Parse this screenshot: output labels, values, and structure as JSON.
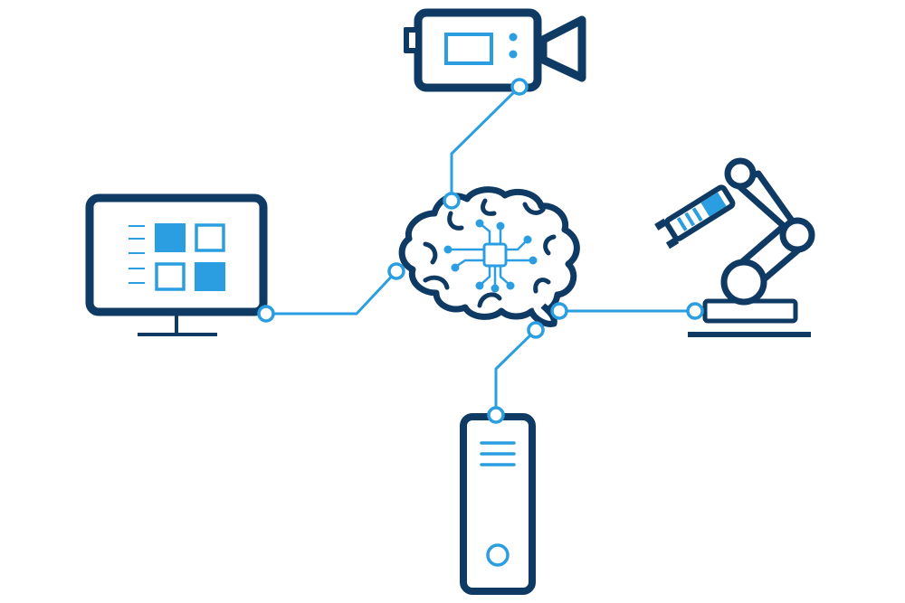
{
  "colors": {
    "dark": "#0f3a63",
    "accent": "#2a9ee0",
    "background": "#ffffff"
  },
  "nodes": [
    {
      "id": "brain",
      "icon": "brain-icon"
    },
    {
      "id": "camera",
      "icon": "video-camera-icon"
    },
    {
      "id": "monitor",
      "icon": "monitor-icon"
    },
    {
      "id": "robot-arm",
      "icon": "robot-arm-icon"
    },
    {
      "id": "server",
      "icon": "server-tower-icon"
    }
  ],
  "connections": [
    {
      "from": "brain",
      "to": "camera"
    },
    {
      "from": "brain",
      "to": "monitor"
    },
    {
      "from": "brain",
      "to": "robot-arm"
    },
    {
      "from": "brain",
      "to": "server"
    }
  ]
}
